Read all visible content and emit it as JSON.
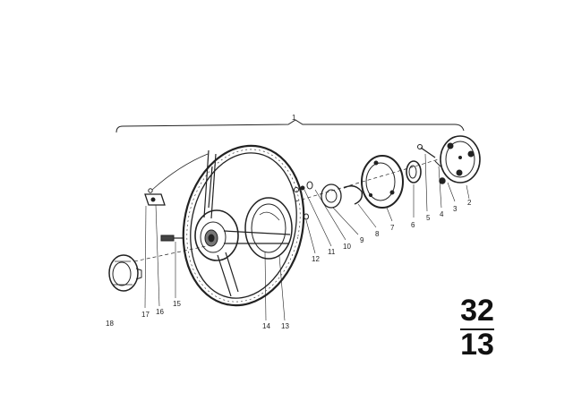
{
  "diagram": {
    "part_labels": [
      "1",
      "2",
      "3",
      "4",
      "5",
      "6",
      "7",
      "8",
      "9",
      "10",
      "11",
      "12",
      "13",
      "14",
      "15",
      "16",
      "17",
      "18"
    ],
    "group_number": {
      "major": "32",
      "minor": "13"
    },
    "colors": {
      "ink": "#222222",
      "background": "#ffffff"
    }
  }
}
